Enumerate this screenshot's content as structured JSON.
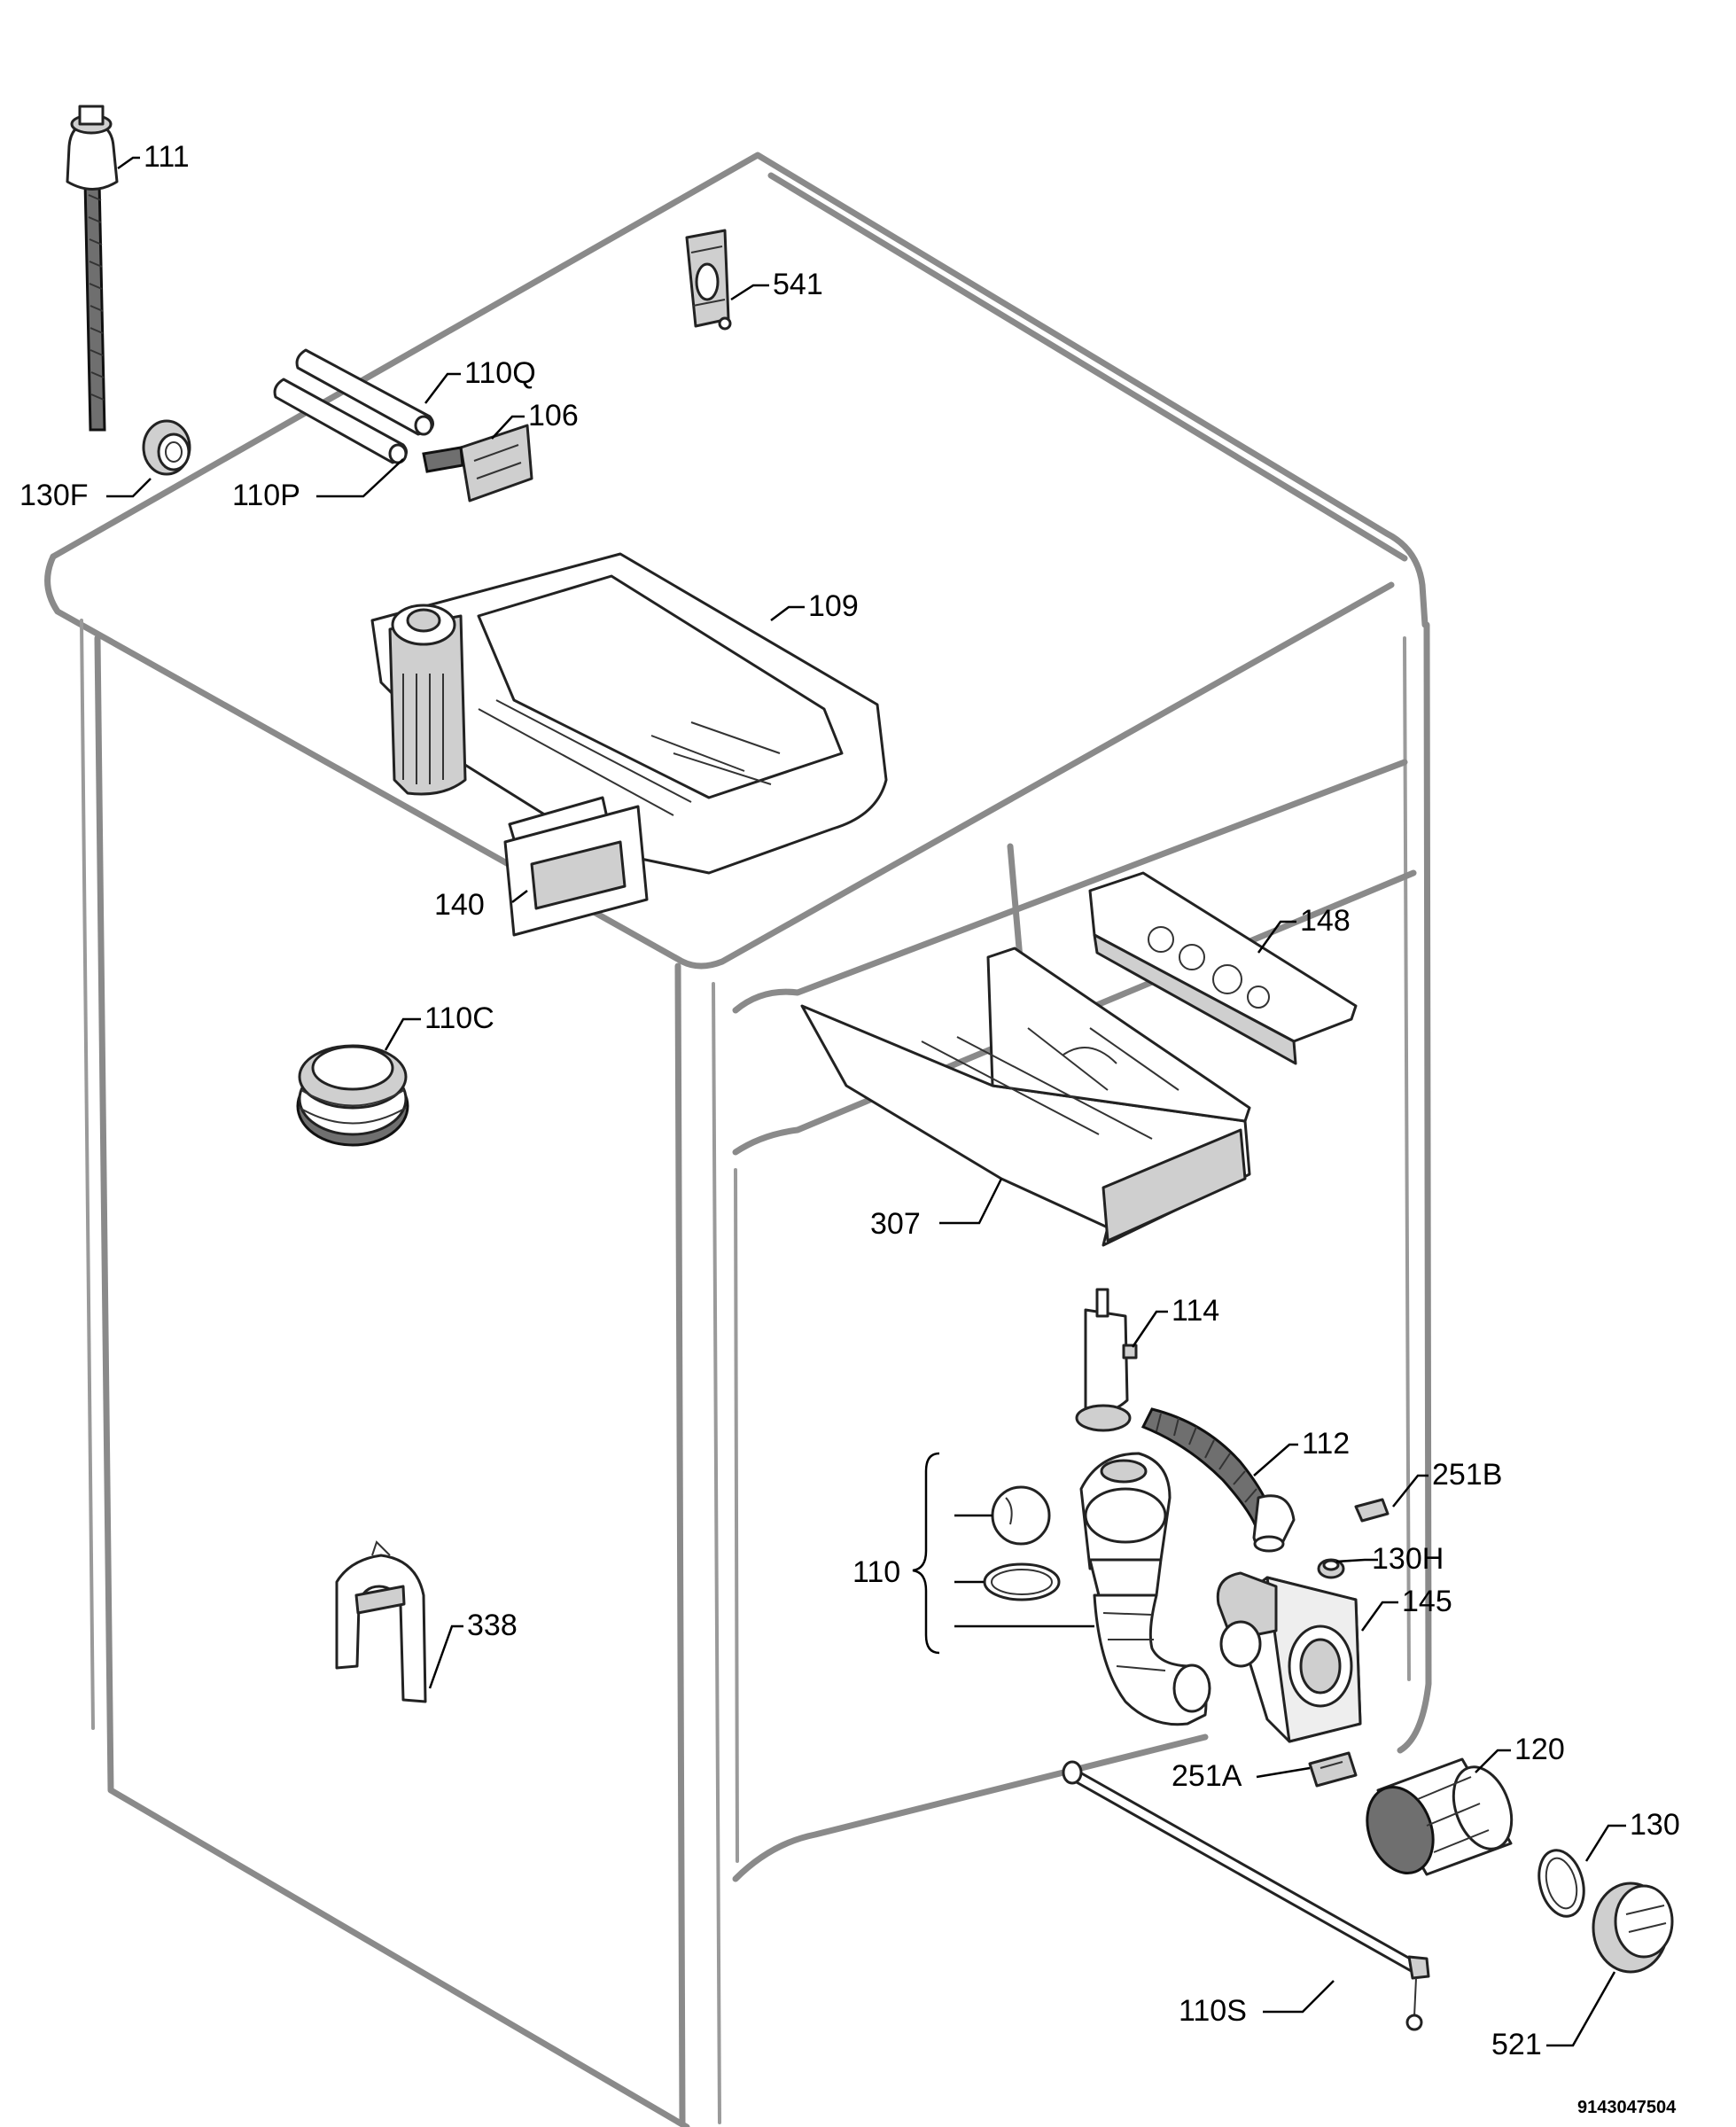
{
  "callouts": {
    "c111": "111",
    "c541": "541",
    "c110q": "110Q",
    "c106": "106",
    "c110p": "110P",
    "c130f": "130F",
    "c109": "109",
    "c140": "140",
    "c148": "148",
    "c110c": "110C",
    "c307": "307",
    "c114": "114",
    "c112": "112",
    "c251b": "251B",
    "c110": "110",
    "c130h": "130H",
    "c145": "145",
    "c338": "338",
    "c251a": "251A",
    "c120": "120",
    "c130": "130",
    "c110s": "110S",
    "c521": "521"
  },
  "document_number": "9143047504"
}
